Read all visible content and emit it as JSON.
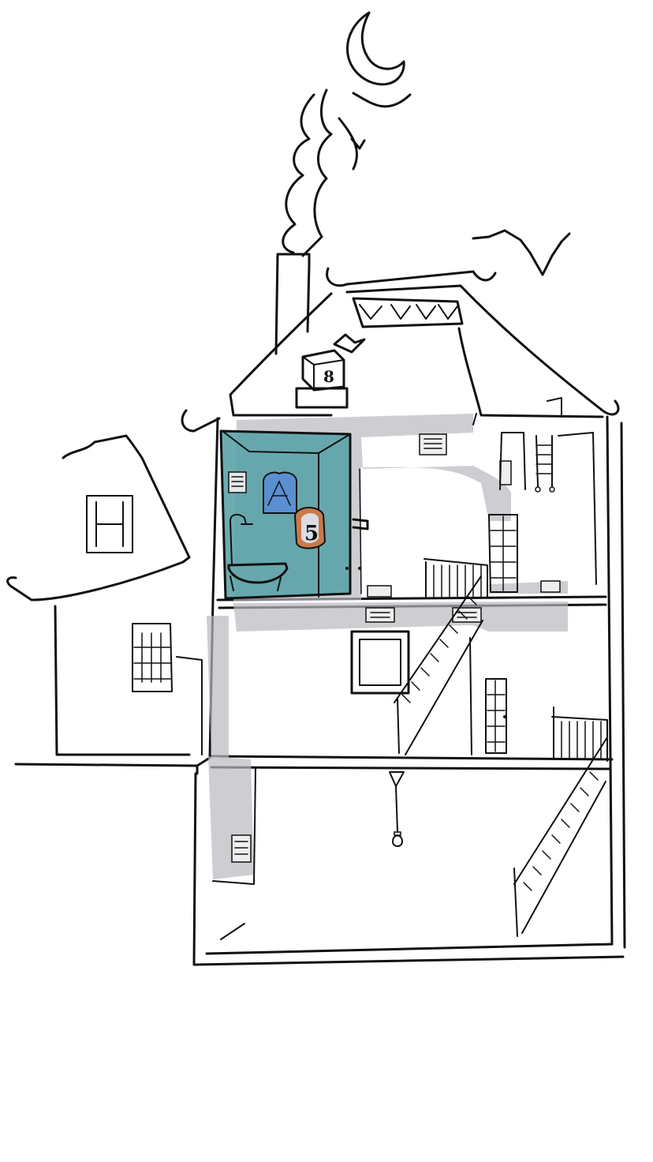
{
  "scene": {
    "rooms": [
      {
        "id": "bathroom",
        "highlighted": true,
        "color": "#5ba3a8"
      },
      {
        "id": "attic",
        "highlighted": false
      },
      {
        "id": "upper-hall",
        "highlighted": false
      },
      {
        "id": "middle-hall",
        "highlighted": false
      },
      {
        "id": "cellar",
        "highlighted": false
      },
      {
        "id": "annex",
        "highlighted": false
      }
    ],
    "duct_color": "#b9b9bf",
    "frame_color": "#c97a4a",
    "window_color": "#5a8fd0",
    "plaque_number": "5",
    "box_number": "8"
  }
}
